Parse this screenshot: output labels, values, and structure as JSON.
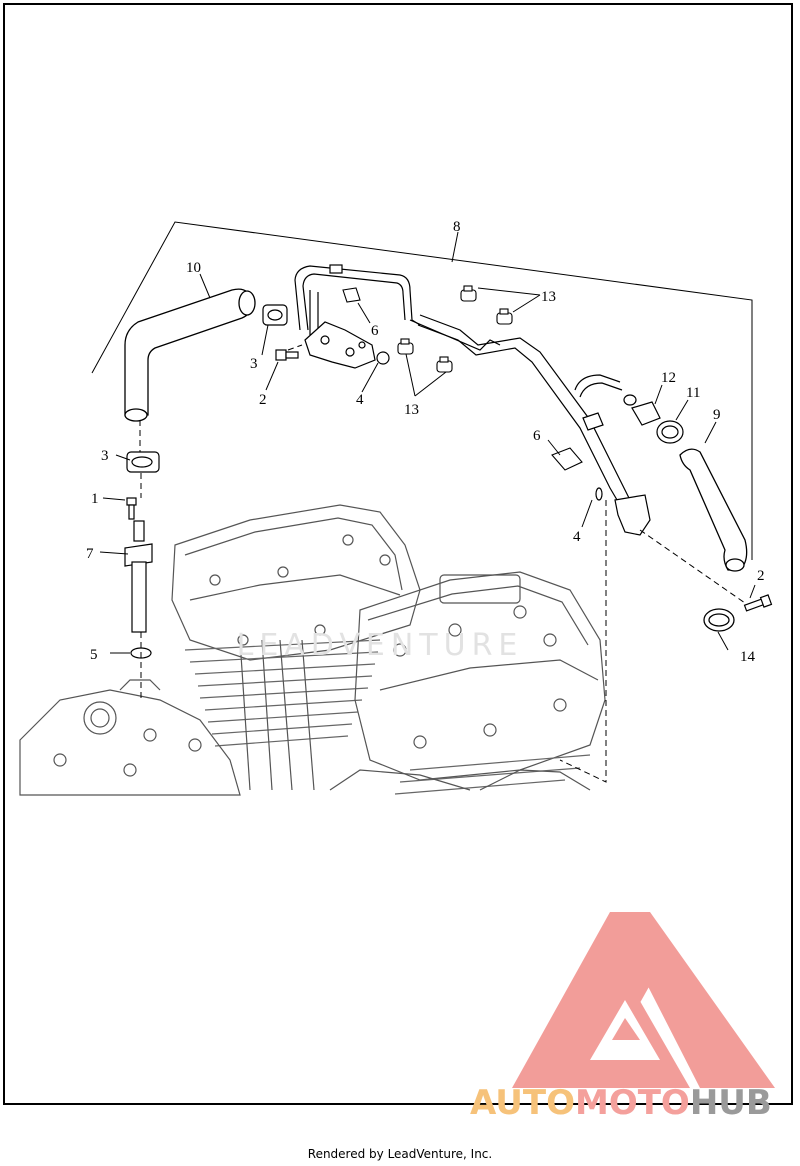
{
  "diagram": {
    "callouts": [
      {
        "id": "c8",
        "label": "8"
      },
      {
        "id": "c10",
        "label": "10"
      },
      {
        "id": "c13a",
        "label": "13"
      },
      {
        "id": "c6a",
        "label": "6"
      },
      {
        "id": "c3a",
        "label": "3"
      },
      {
        "id": "c2a",
        "label": "2"
      },
      {
        "id": "c4a",
        "label": "4"
      },
      {
        "id": "c13b",
        "label": "13"
      },
      {
        "id": "c12",
        "label": "12"
      },
      {
        "id": "c11",
        "label": "11"
      },
      {
        "id": "c9",
        "label": "9"
      },
      {
        "id": "c6b",
        "label": "6"
      },
      {
        "id": "c3b",
        "label": "3"
      },
      {
        "id": "c1",
        "label": "1"
      },
      {
        "id": "c7",
        "label": "7"
      },
      {
        "id": "c4b",
        "label": "4"
      },
      {
        "id": "c2b",
        "label": "2"
      },
      {
        "id": "c5",
        "label": "5"
      },
      {
        "id": "c14",
        "label": "14"
      }
    ]
  },
  "watermark": {
    "part1": "AUTO",
    "part2": "MOTO",
    "part3": "HUB",
    "colors": {
      "auto": "#f6c27a",
      "moto": "#f4a09c",
      "hub": "#9a9a9a",
      "triangle": "#f08c87"
    },
    "faint_text": "LEADVENTURE"
  },
  "footer": {
    "text": "Rendered by LeadVenture, Inc."
  }
}
